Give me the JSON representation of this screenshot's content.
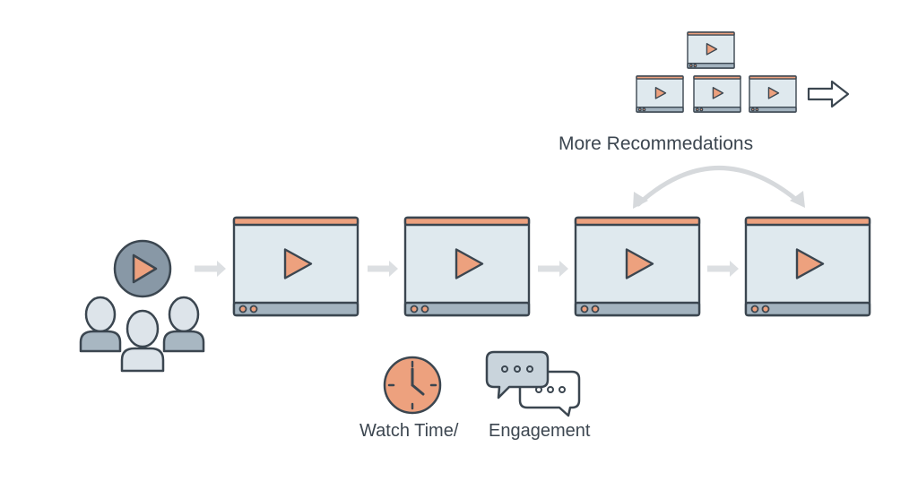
{
  "diagram": {
    "more_recommendations_label": "More Recommedations",
    "watch_time_label": "Watch Time/",
    "engagement_label": "Engagement",
    "players_in_sequence": 4,
    "recommendation_thumbnails": 4
  },
  "colors": {
    "accent_orange": "#eda17e",
    "frame_stroke": "#3b4650",
    "screen_fill": "#dfe9ee",
    "bar_gray": "#a3b3bf",
    "arrow_gray": "#dcdfe2",
    "person_fill": "#dde4ea",
    "person_dark": "#a8b7c2",
    "avatar_circle": "#8898a6",
    "bubble_fill": "#c9d4dc"
  },
  "icons": [
    "audience-icon",
    "play-circle-icon",
    "video-player-icon",
    "right-arrow-icon",
    "curved-double-arrow-icon",
    "clock-icon",
    "chat-bubbles-icon",
    "outline-arrow-icon"
  ]
}
